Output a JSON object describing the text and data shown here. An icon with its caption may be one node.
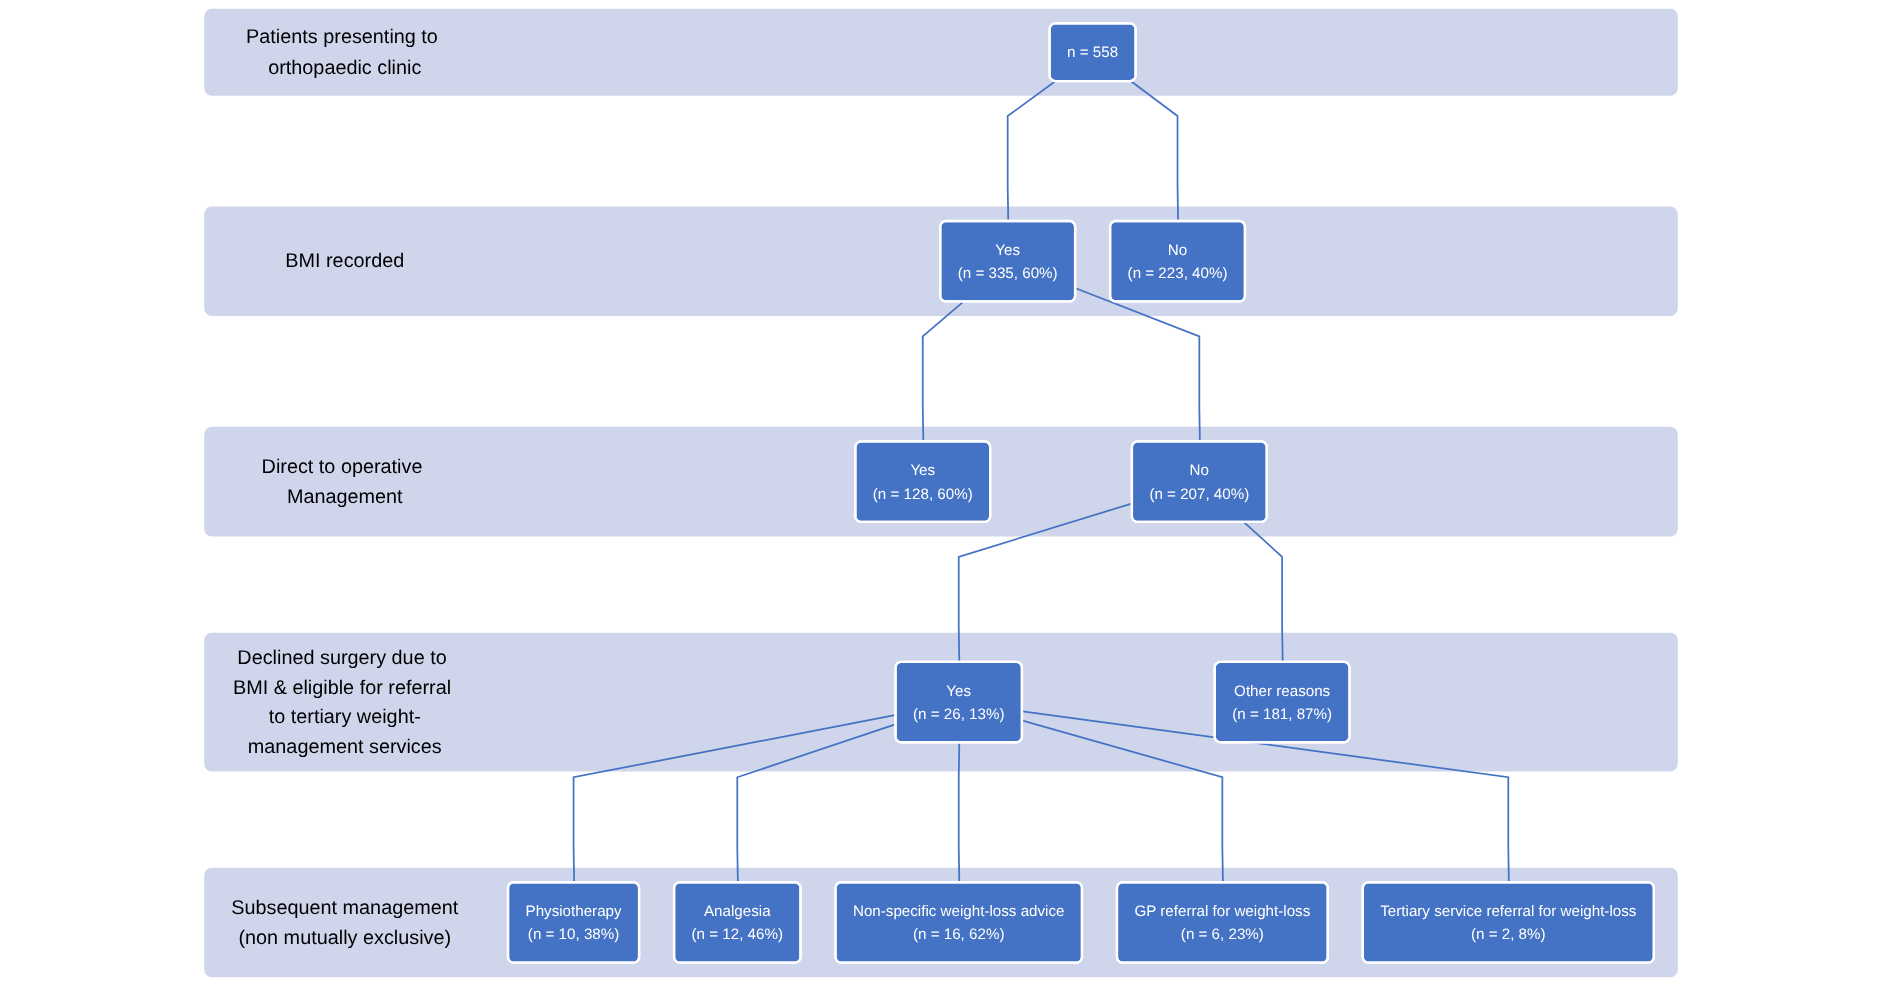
{
  "diagram": {
    "nodes": [
      {
        "text": [
          "Patients presenting to orthopaedic clinic"
        ]
      },
      {
        "text": [
          "n = 558"
        ],
        "in": 0
      },
      {
        "text": [
          "BMI recorded"
        ]
      },
      {
        "text": [
          "Yes",
          "(n = 335, 60%)"
        ],
        "in": 2
      },
      {
        "text": [
          "No",
          "(n = 223, 40%)"
        ],
        "in": 2
      },
      {
        "text": [
          "Direct to operative Management"
        ]
      },
      {
        "text": [
          "Yes",
          "(n = 128, 60%)"
        ],
        "in": 5
      },
      {
        "text": [
          "No",
          "(n = 207, 40%)"
        ],
        "in": 5
      },
      {
        "text": [
          "Declined surgery due to BMI & eligible for referral to tertiary weight-management services"
        ]
      },
      {
        "text": [
          "Yes",
          "(n = 26, 13%)"
        ],
        "in": 8
      },
      {
        "text": [
          "Other reasons",
          "(n = 181, 87%)"
        ],
        "in": 8
      },
      {
        "text": [
          "Subsequent management",
          "(non mutually exclusive)"
        ]
      },
      {
        "text": [
          "Physiotherapy",
          "(n = 10, 38%)"
        ],
        "in": 11
      },
      {
        "text": [
          "Analgesia",
          "(n = 12, 46%)"
        ],
        "in": 11
      },
      {
        "text": [
          "Non-specific weight-loss advice",
          "(n = 16, 62%)"
        ],
        "in": 11
      },
      {
        "text": [
          "GP referral for weight-loss",
          "(n = 6, 23%)"
        ],
        "in": 11
      },
      {
        "text": [
          "Tertiary service referral for weight-loss",
          "(n = 2, 8%)"
        ],
        "in": 11
      }
    ],
    "edges": [
      {
        "from": 1,
        "to": 3,
        "arrow": "none"
      },
      {
        "from": 1,
        "to": 4,
        "arrow": "none"
      },
      {
        "from": 3,
        "to": 6,
        "arrow": "none"
      },
      {
        "from": 3,
        "to": 7,
        "arrow": "none"
      },
      {
        "from": 7,
        "to": 9,
        "arrow": "none"
      },
      {
        "from": 7,
        "to": 10,
        "arrow": "none"
      },
      {
        "from": 9,
        "to": 12,
        "arrow": "none"
      },
      {
        "from": 9,
        "to": 13,
        "arrow": "none"
      },
      {
        "from": 9,
        "to": 14,
        "arrow": "none"
      },
      {
        "from": 9,
        "to": 15,
        "arrow": "none"
      },
      {
        "from": 9,
        "to": 16,
        "arrow": "none"
      }
    ]
  }
}
